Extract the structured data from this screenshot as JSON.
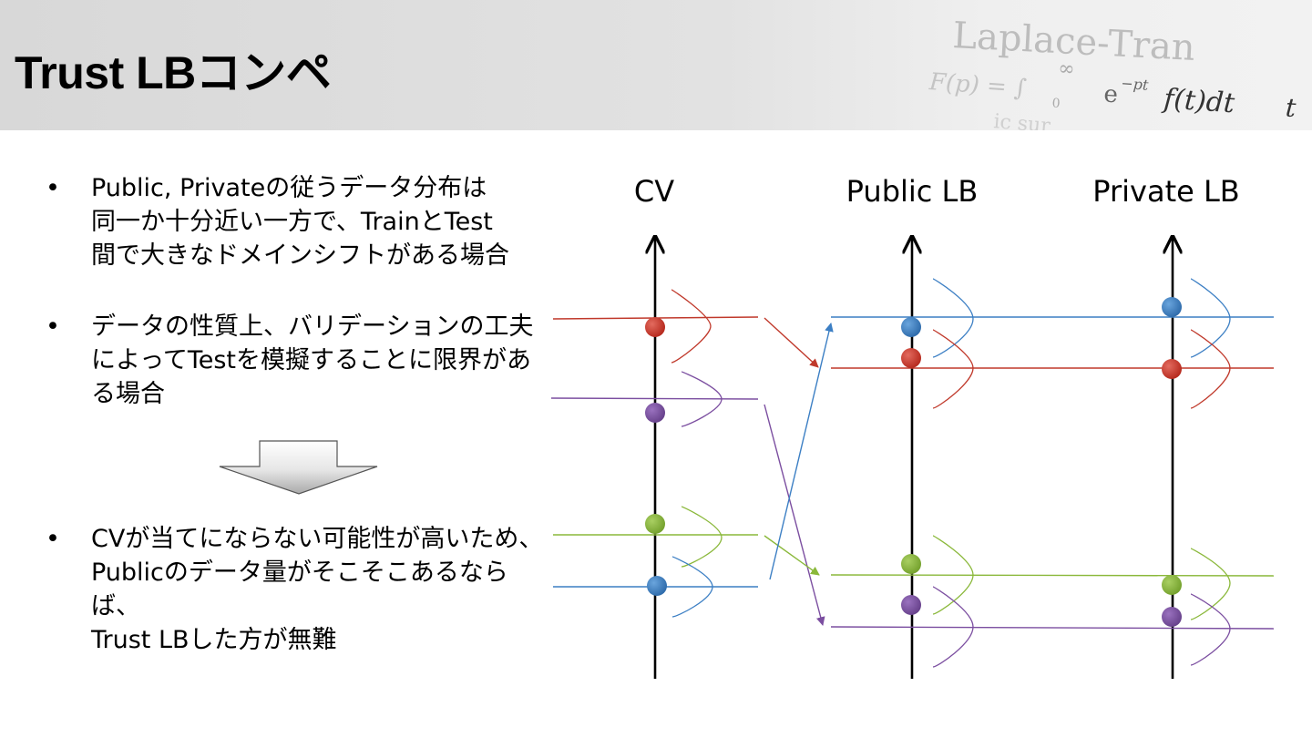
{
  "header": {
    "title": "Trust LBコンペ",
    "decoration": {
      "heading_text": "Laplace-Tran",
      "formula_left": "F(p) = ∫",
      "formula_limits_upper": "∞",
      "formula_limits_lower": "0",
      "formula_exp": "e",
      "formula_exp_power": "−pt",
      "formula_right": "f(t)dt",
      "formula_tail": "t",
      "faded_text": "ic sur..."
    }
  },
  "bullets": [
    {
      "symbol": "•",
      "text": "Public, Privateの従うデータ分布は\n同一か十分近い一方で、TrainとTest\n間で大きなドメインシフトがある場合"
    },
    {
      "symbol": "•",
      "text": "データの性質上、バリデーションの工夫\nによってTestを模擬することに限界があ\nる場合"
    },
    {
      "symbol": "•",
      "text": "CVが当てにならない可能性が高いため、\nPublicのデータ量がそこそこあるならば、\nTrust LBした方が無難"
    }
  ],
  "diagram": {
    "axes": [
      {
        "id": "cv",
        "label": "CV"
      },
      {
        "id": "public",
        "label": "Public LB"
      },
      {
        "id": "private",
        "label": "Private LB"
      }
    ],
    "colors": {
      "red": "#c0392b",
      "purple": "#7b4ea0",
      "green": "#8ab83a",
      "blue": "#3c7fc4"
    },
    "order_by_axis": {
      "cv": [
        "red",
        "purple",
        "green",
        "blue"
      ],
      "public": [
        "blue",
        "red",
        "green",
        "purple"
      ],
      "private": [
        "blue",
        "red",
        "green",
        "purple"
      ]
    }
  }
}
